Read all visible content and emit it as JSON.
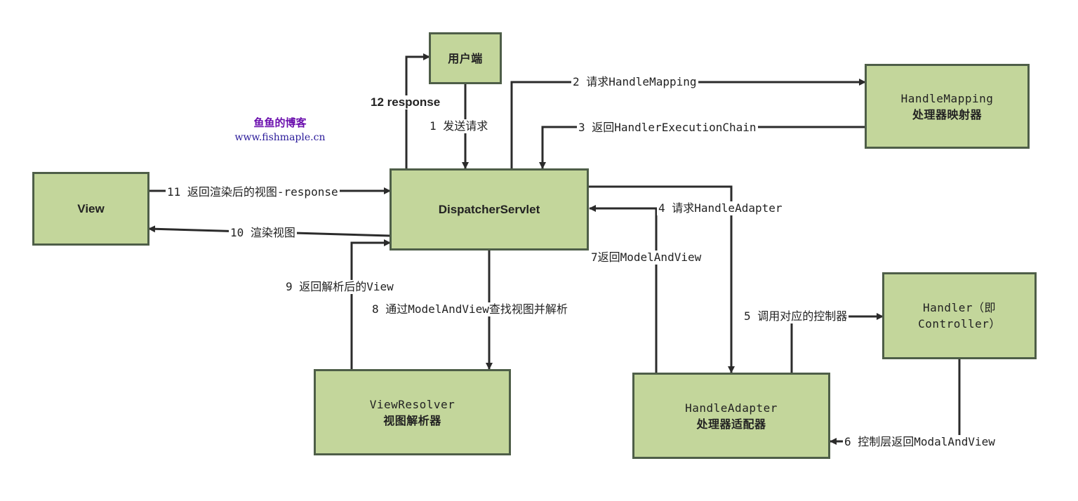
{
  "brand": {
    "title": "鱼鱼的博客",
    "url": "www.fishmaple.cn",
    "color": "#6a0dad"
  },
  "colors": {
    "box_fill": "#c3d69b",
    "box_border": "#4e5e48",
    "arrow": "#2b2b2b"
  },
  "nodes": {
    "client": {
      "label": "用户端"
    },
    "dispatcher": {
      "label": "DispatcherServlet"
    },
    "view": {
      "label": "View"
    },
    "handle_mapping": {
      "line1": "HandleMapping",
      "line2": "处理器映射器"
    },
    "handler": {
      "line1": "Handler（即",
      "line2": "Controller）"
    },
    "view_resolver": {
      "line1": "ViewResolver",
      "line2": "视图解析器"
    },
    "handle_adapter": {
      "line1": "HandleAdapter",
      "line2": "处理器适配器"
    }
  },
  "steps": {
    "s1": "1  发送请求",
    "s2": "2  请求HandleMapping",
    "s3": "3  返回HandlerExecutionChain",
    "s4": "4  请求HandleAdapter",
    "s5": "5  调用对应的控制器",
    "s6": "6  控制层返回ModalAndView",
    "s7": "7返回ModelAndView",
    "s8": "8  通过ModelAndView查找视图并解析",
    "s9": "9  返回解析后的View",
    "s10": "10  渲染视图",
    "s11": "11  返回渲染后的视图-response",
    "s12": "12 response"
  }
}
